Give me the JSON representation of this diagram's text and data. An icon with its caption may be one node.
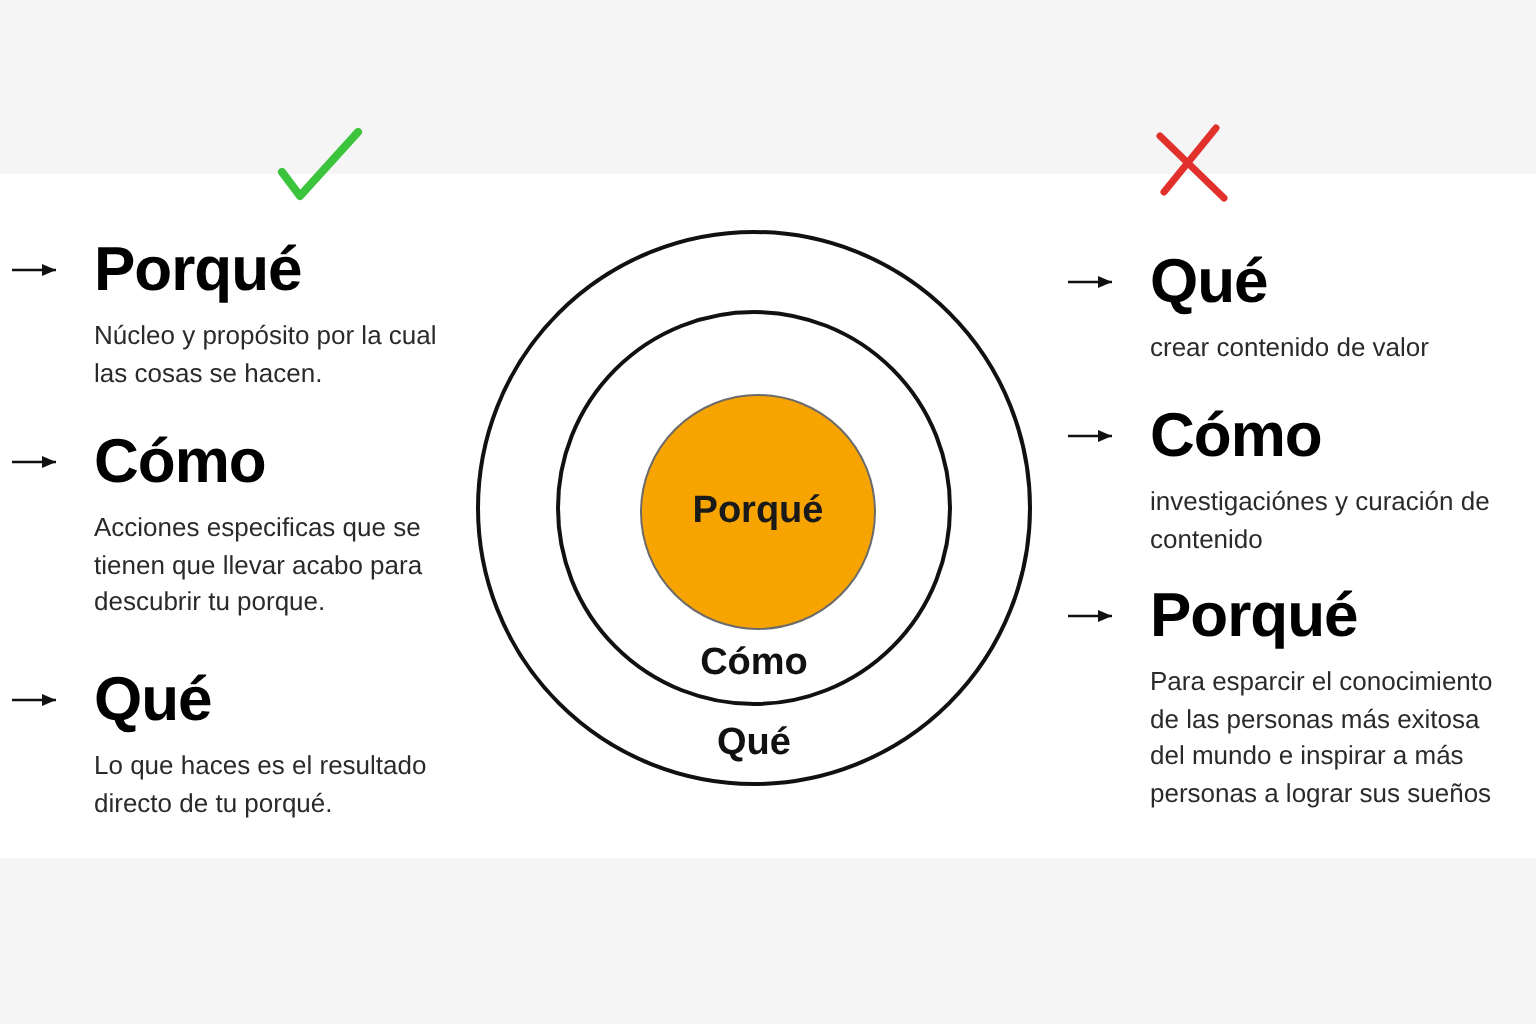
{
  "diagram": {
    "nodes": [
      {
        "text": [
          "Porqué",
          "Núcleo y propósito por la cual las cosas se hacen."
        ]
      },
      {
        "text": [
          "Cómo",
          "Acciones especificas que se tienen que llevar acabo para descubrir tu porque."
        ]
      },
      {
        "text": [
          "Qué",
          "Lo que haces es el resultado directo de tu porqué."
        ]
      },
      {
        "text": [
          "Qué"
        ]
      },
      {
        "text": [
          "Cómo"
        ],
        "in": 3
      },
      {
        "text": [
          "Porqué"
        ],
        "in": 4
      },
      {
        "text": [
          "Qué",
          "crear contenido de valor"
        ]
      },
      {
        "text": [
          "Cómo",
          "investigaciónes y curación de contenido"
        ]
      },
      {
        "text": [
          "Porqué",
          "Para esparcir el conocimiento de las personas más exitosa del mundo e inspirar a más personas a lograr sus sueños"
        ]
      }
    ],
    "edges": [
      {
        "from": null,
        "to": 0,
        "arrow": "to"
      },
      {
        "from": null,
        "to": 1,
        "arrow": "to"
      },
      {
        "from": null,
        "to": 2,
        "arrow": "to"
      },
      {
        "from": null,
        "to": 6,
        "arrow": "to"
      },
      {
        "from": null,
        "to": 7,
        "arrow": "to"
      },
      {
        "from": null,
        "to": 8,
        "arrow": "to"
      }
    ]
  }
}
